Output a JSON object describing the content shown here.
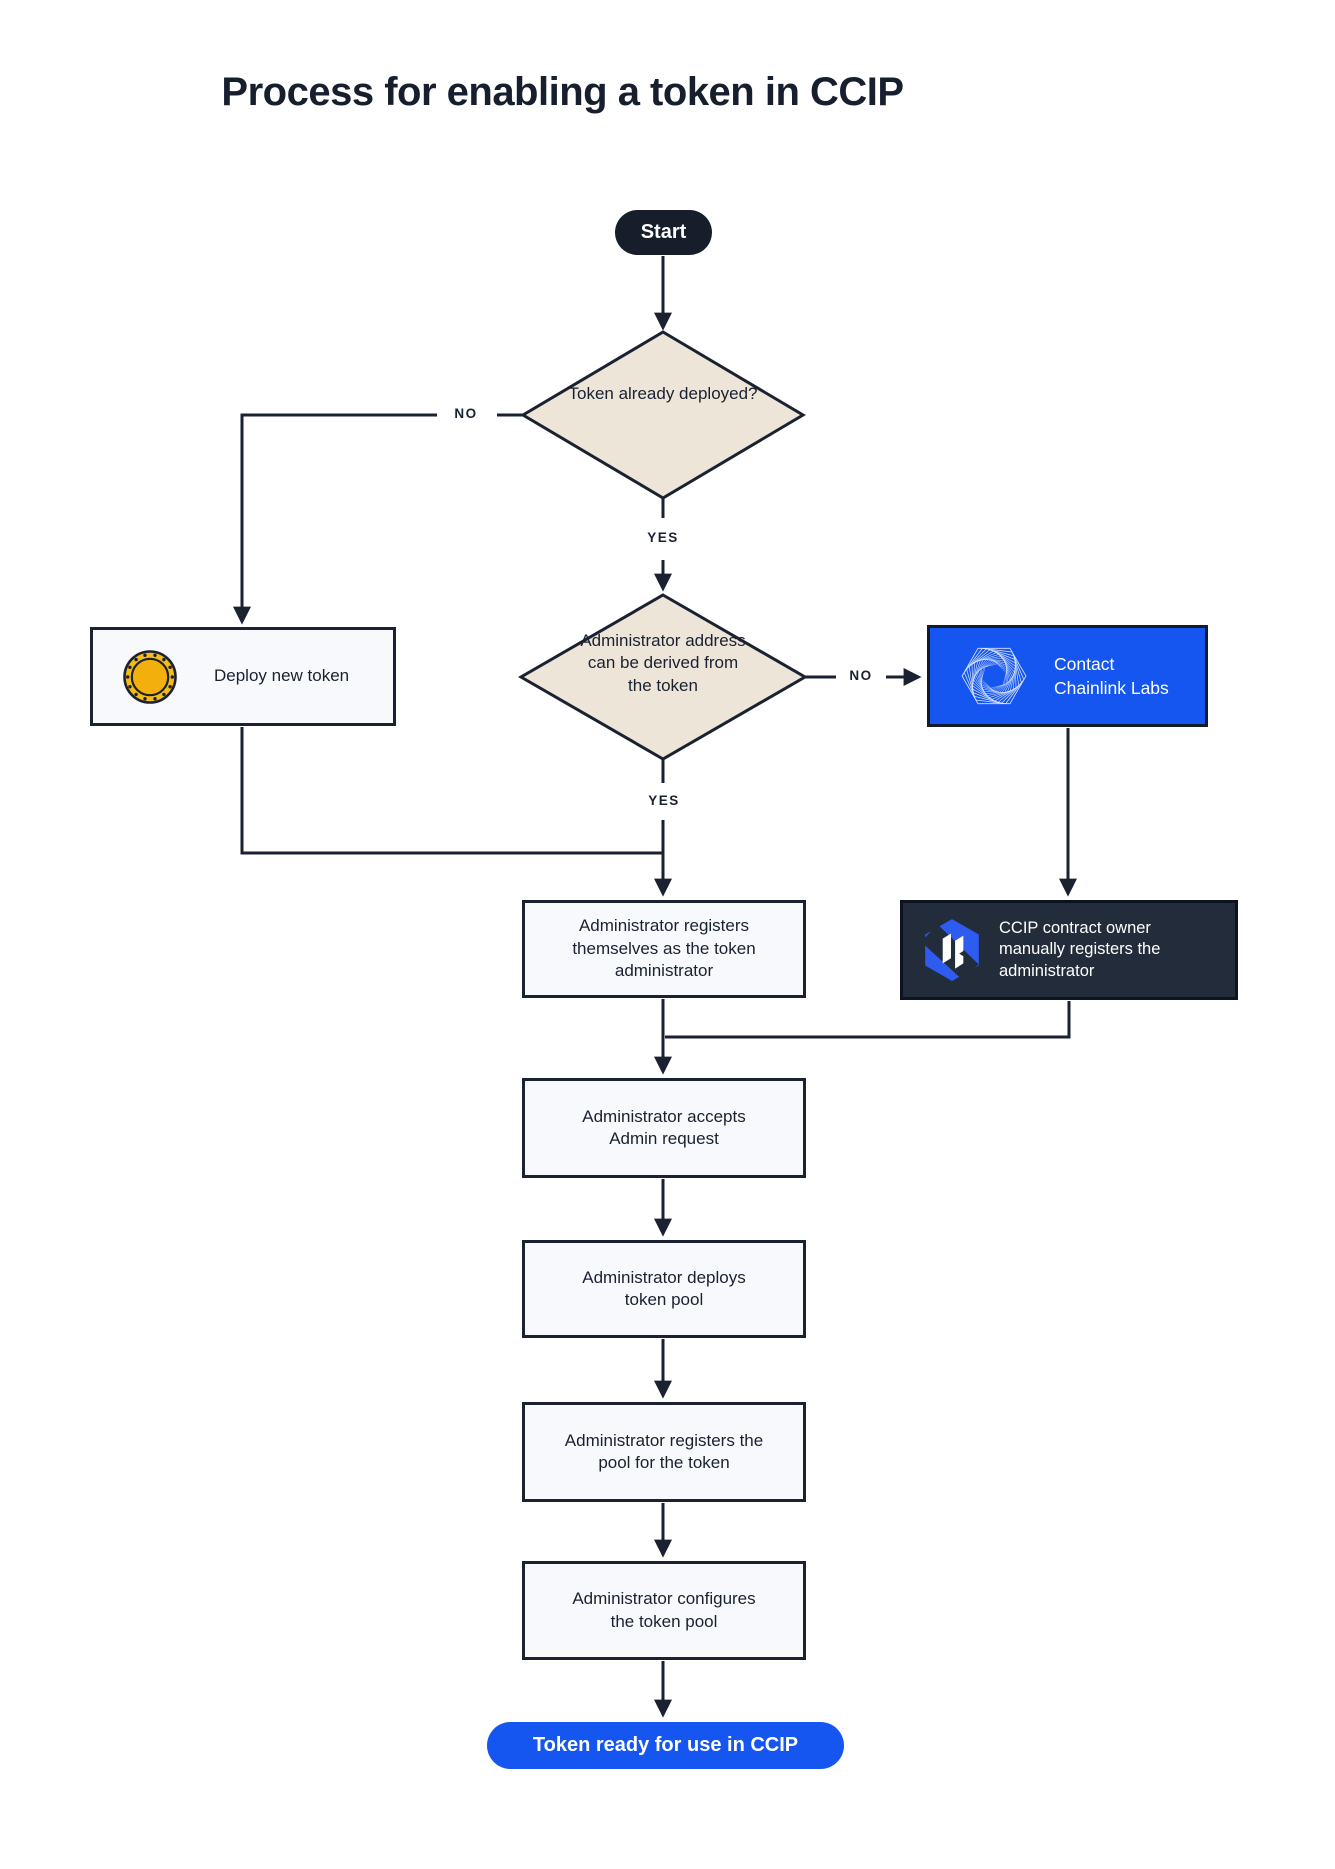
{
  "title": "Process for enabling a token in CCIP",
  "colors": {
    "accent_blue": "#1556F0",
    "dark_navy": "#1A2130",
    "node_fill": "#F7F9FC",
    "decision_fill": "#ECE5D8",
    "dark_box_fill": "#232C3A",
    "coin_gold": "#F6BC15"
  },
  "icons": {
    "coin": "token-coin-icon",
    "chainlink": "chainlink-labs-icon",
    "ccip": "ccip-logo-icon"
  },
  "flow": {
    "start_label": "Start",
    "end_label": "Token ready for use in CCIP",
    "decisions": [
      {
        "question": "Token already deployed?",
        "no_label": "NO",
        "yes_label": "YES"
      },
      {
        "question": "Administrator address can be derived from the token",
        "no_label": "NO",
        "yes_label": "YES"
      }
    ],
    "steps": {
      "deploy_new_token": "Deploy new token",
      "contact_chainlink": "Contact Chainlink Labs",
      "ccip_owner_registers": "CCIP contract owner manually registers the administrator",
      "admin_registers": "Administrator registers themselves as the token administrator",
      "admin_accepts": "Administrator accepts Admin request",
      "admin_deploys_pool": "Administrator deploys token pool",
      "admin_registers_pool": "Administrator registers the pool for the token",
      "admin_configures_pool": "Administrator configures the token pool"
    }
  }
}
